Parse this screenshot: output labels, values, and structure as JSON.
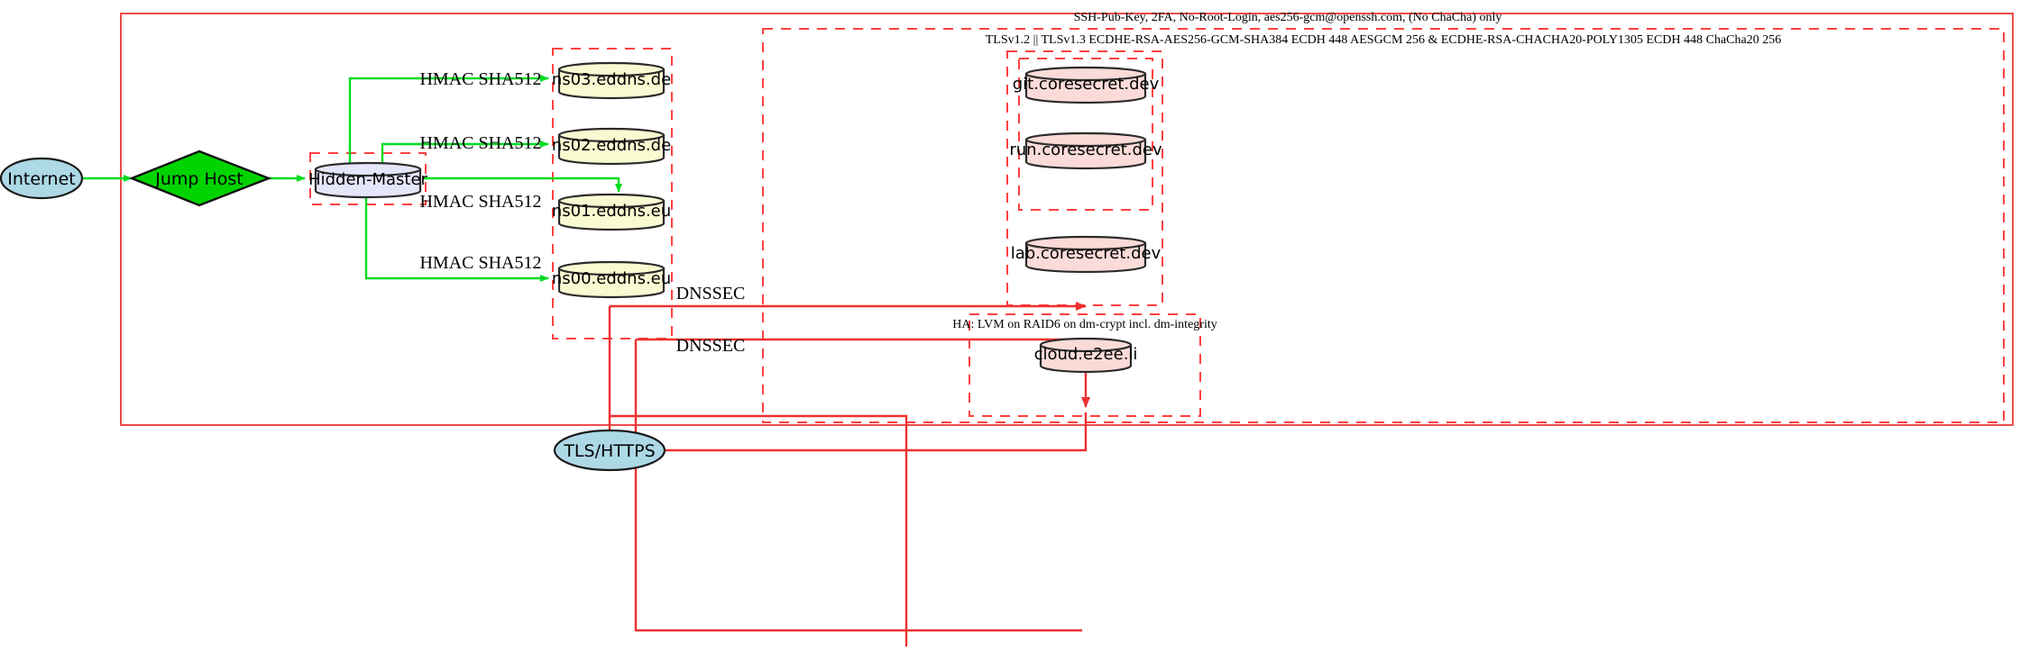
{
  "diagram": {
    "title": "Network security topology diagram",
    "colors": {
      "outer_border": "#ee4b4b",
      "cluster_border": "#ff4040",
      "green_edge": "#00dd22",
      "red_edge": "#f03030",
      "dns_node_fill": "#fafad2",
      "service_node_fill": "#fadbd8",
      "master_node_fill": "#e6e6fa",
      "internet_node_fill": "#add8e6",
      "jump_host_fill": "#00d400"
    },
    "cluster_labels": {
      "ssh": "SSH-Pub-Key, 2FA, No-Root-Login, aes256-gcm@openssh.com, (No ChaCha) only",
      "tls": "TLSv1.2 || TLSv1.3 ECDHE-RSA-AES256-GCM-SHA384 ECDH 448 AESGCM 256 & ECDHE-RSA-CHACHA20-POLY1305 ECDH 448 ChaCha20 256",
      "ha": "HA: LVM on RAID6 on dm-crypt incl. dm-integrity"
    },
    "nodes": {
      "internet": "Internet",
      "jump_host": "Jump Host",
      "hidden_master": "Hidden-Master",
      "tls_https": "TLS/HTTPS",
      "ns03": "ns03.eddns.de",
      "ns02": "ns02.eddns.de",
      "ns01": "ns01.eddns.eu",
      "ns00": "ns00.eddns.eu",
      "git": "git.coresecret.dev",
      "run": "run.coresecret.dev",
      "lab": "lab.coresecret.dev",
      "cloud": "cloud.e2ee.li"
    },
    "edge_labels": {
      "hmac_ns03": "HMAC SHA512",
      "hmac_ns02": "HMAC SHA512",
      "hmac_ns01": "HMAC SHA512",
      "hmac_ns00": "HMAC SHA512",
      "dnssec_upper": "DNSSEC",
      "dnssec_lower": "DNSSEC"
    }
  }
}
